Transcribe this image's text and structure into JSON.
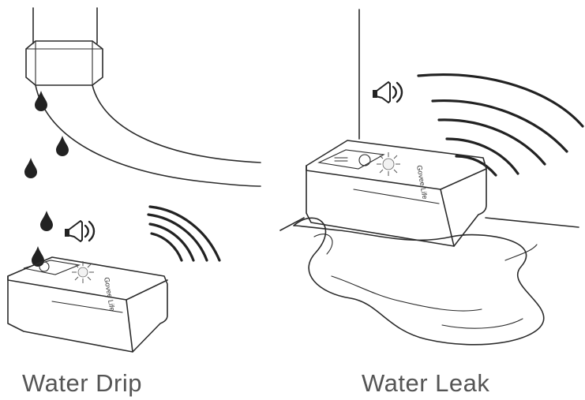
{
  "panels": [
    {
      "caption": "Water Drip"
    },
    {
      "caption": "Water Leak"
    }
  ],
  "device": {
    "brand_text": "Govee Life"
  },
  "colors": {
    "line": "#2b2b2b",
    "caption": "#555555",
    "alert_light": "#f2f2f2"
  },
  "icons": [
    "speaker-icon",
    "sound-wave-icon",
    "water-drop-icon",
    "alert-light-icon"
  ]
}
